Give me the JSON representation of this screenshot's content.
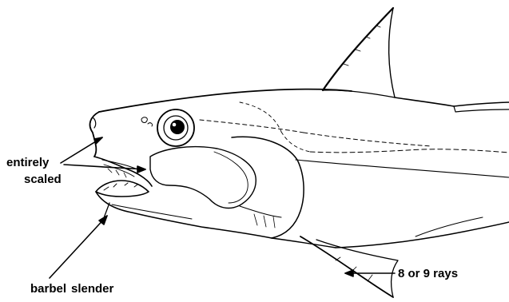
{
  "labels": {
    "entirely": "entirely",
    "scaled": "scaled",
    "barbel": "barbel",
    "slender": "slender",
    "rays": "8 or 9 rays"
  },
  "colors": {
    "ink": "#000000",
    "background": "#ffffff"
  }
}
